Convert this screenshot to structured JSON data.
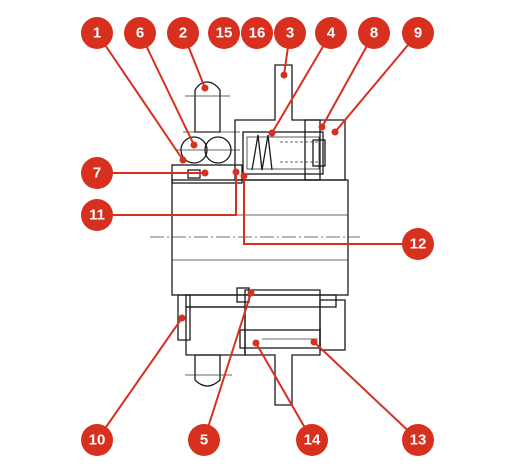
{
  "colors": {
    "accent": "#d7301f",
    "line": "#1a1a1a"
  },
  "callouts": [
    {
      "label": "1"
    },
    {
      "label": "6"
    },
    {
      "label": "2"
    },
    {
      "label": "15"
    },
    {
      "label": "16"
    },
    {
      "label": "3"
    },
    {
      "label": "4"
    },
    {
      "label": "8"
    },
    {
      "label": "9"
    },
    {
      "label": "7"
    },
    {
      "label": "11"
    },
    {
      "label": "12"
    },
    {
      "label": "10"
    },
    {
      "label": "5"
    },
    {
      "label": "14"
    },
    {
      "label": "13"
    }
  ]
}
